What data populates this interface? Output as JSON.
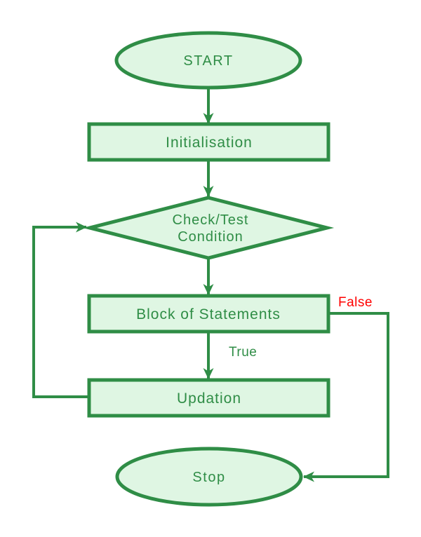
{
  "nodes": {
    "start": {
      "label": "START"
    },
    "initialisation": {
      "label": "Initialisation"
    },
    "condition": {
      "line1": "Check/Test",
      "line2": "Condition"
    },
    "block": {
      "label": "Block of Statements"
    },
    "updation": {
      "label": "Updation"
    },
    "stop": {
      "label": "Stop"
    }
  },
  "edge_labels": {
    "true_branch": "True",
    "false_branch": "False"
  },
  "colors": {
    "stroke_green": "#2f8d46",
    "node_fill_green": "#dff6e3",
    "false_label_red": "#ff0000",
    "background": "#ffffff"
  }
}
